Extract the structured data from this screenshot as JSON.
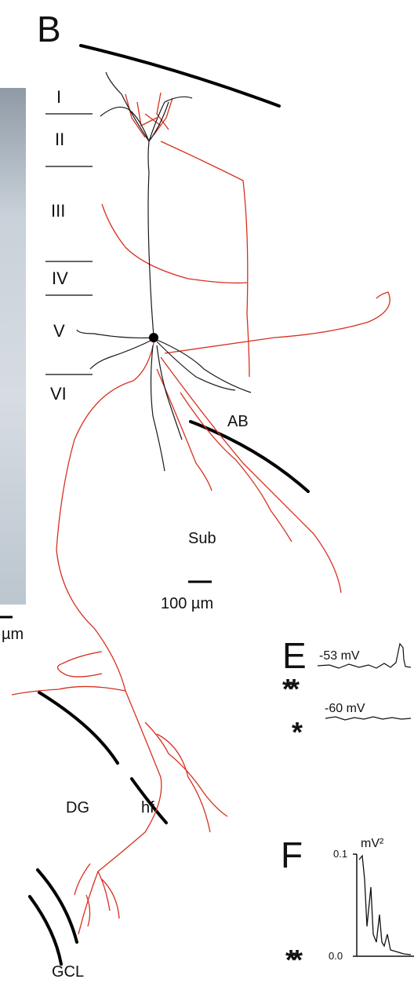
{
  "panel_labels": {
    "b": "B",
    "e": "E",
    "f": "F"
  },
  "layers": [
    "I",
    "II",
    "III",
    "IV",
    "V",
    "VI"
  ],
  "regions": {
    "ab": "AB",
    "sub": "Sub",
    "dg": "DG",
    "hf": "hf",
    "gcl": "GCL"
  },
  "scale_bar": {
    "label": "100 µm"
  },
  "left_panel_fragment": {
    "scale_label": "µm"
  },
  "panel_e": {
    "trace_1": {
      "marker": "**",
      "voltage": "-53 mV"
    },
    "trace_2": {
      "marker": "*",
      "voltage": "-60 mV"
    }
  },
  "panel_f": {
    "unit": "mV²",
    "y_ticks": [
      "0.1",
      "0.0"
    ],
    "marker": "**"
  },
  "colors": {
    "axon": "#d7301f",
    "dendrite": "#1a1a1a",
    "boundary": "#000000",
    "left_panel": "#b9c3cd"
  }
}
